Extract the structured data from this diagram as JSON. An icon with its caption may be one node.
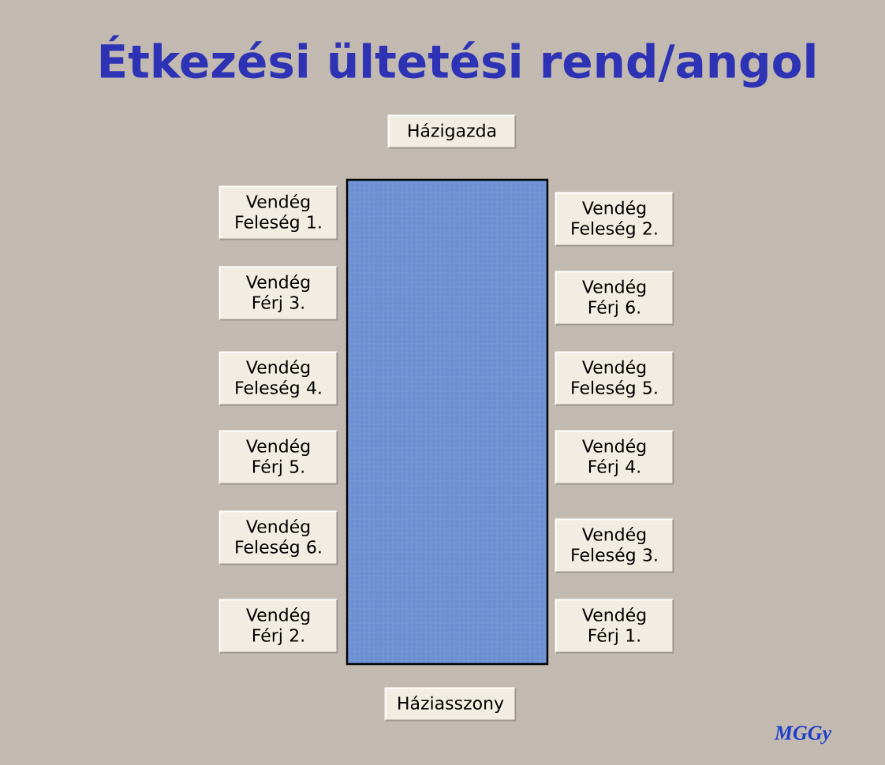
{
  "diagram": {
    "title": "Étkezési ültetési rend/angol",
    "nodes": [
      {
        "text": [
          "Házigazda"
        ]
      },
      {
        "text": [
          "Vendég Feleség 1."
        ]
      },
      {
        "text": [
          "Vendég Feleség 2."
        ]
      },
      {
        "text": [
          "Vendég Férj 3."
        ]
      },
      {
        "text": [
          "Vendég Férj 6."
        ]
      },
      {
        "text": [
          "Vendég Feleség 4."
        ]
      },
      {
        "text": [
          "Vendég Feleség 5."
        ]
      },
      {
        "text": [
          "Vendég Férj 5."
        ]
      },
      {
        "text": [
          "Vendég Férj 4."
        ]
      },
      {
        "text": [
          "Vendég Feleség 6."
        ]
      },
      {
        "text": [
          "Vendég Feleség 3."
        ]
      },
      {
        "text": [
          "Vendég Férj 2."
        ]
      },
      {
        "text": [
          "Vendég Férj 1."
        ]
      },
      {
        "text": [
          "Háziasszony"
        ]
      }
    ],
    "labels": [
      "MGGy"
    ]
  }
}
